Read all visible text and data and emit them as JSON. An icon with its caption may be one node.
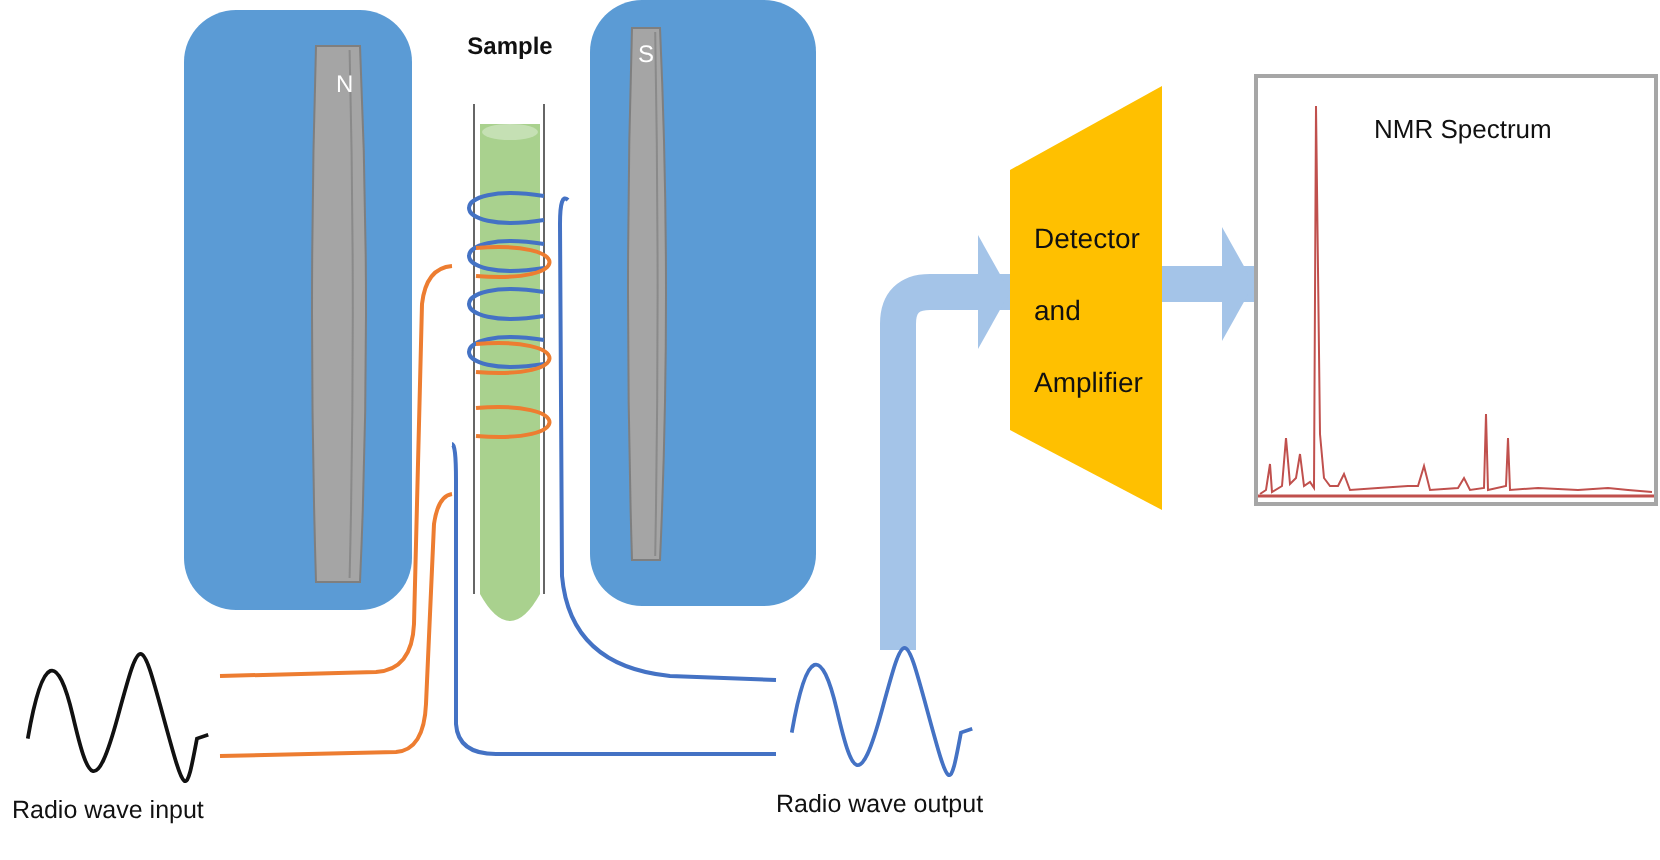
{
  "diagram": {
    "nodes": [
      {
        "text": [
          "N"
        ]
      },
      {
        "text": [
          "S"
        ]
      },
      {
        "text": [
          "Sample"
        ]
      },
      {
        "text": [
          "Radio wave input"
        ]
      },
      {
        "text": [
          "Radio wave output"
        ]
      },
      {
        "text": [
          "Detector and Amplifier"
        ]
      },
      {
        "text": [
          "NMR Spectrum"
        ]
      }
    ],
    "edges": [
      {
        "from": 3,
        "to": 2,
        "arrow": "none",
        "color": "#ed7d31"
      },
      {
        "from": 3,
        "to": 2,
        "arrow": "none",
        "color": "#ed7d31"
      },
      {
        "from": 2,
        "to": 4,
        "arrow": "none",
        "color": "#4472c4"
      },
      {
        "from": 2,
        "to": 4,
        "arrow": "none",
        "color": "#4472c4"
      },
      {
        "from": 4,
        "to": 5,
        "arrow": "to",
        "style": "thick",
        "color": "#a4c4e8"
      },
      {
        "from": 5,
        "to": 6,
        "arrow": "to",
        "style": "thick",
        "color": "#a4c4e8"
      }
    ]
  }
}
